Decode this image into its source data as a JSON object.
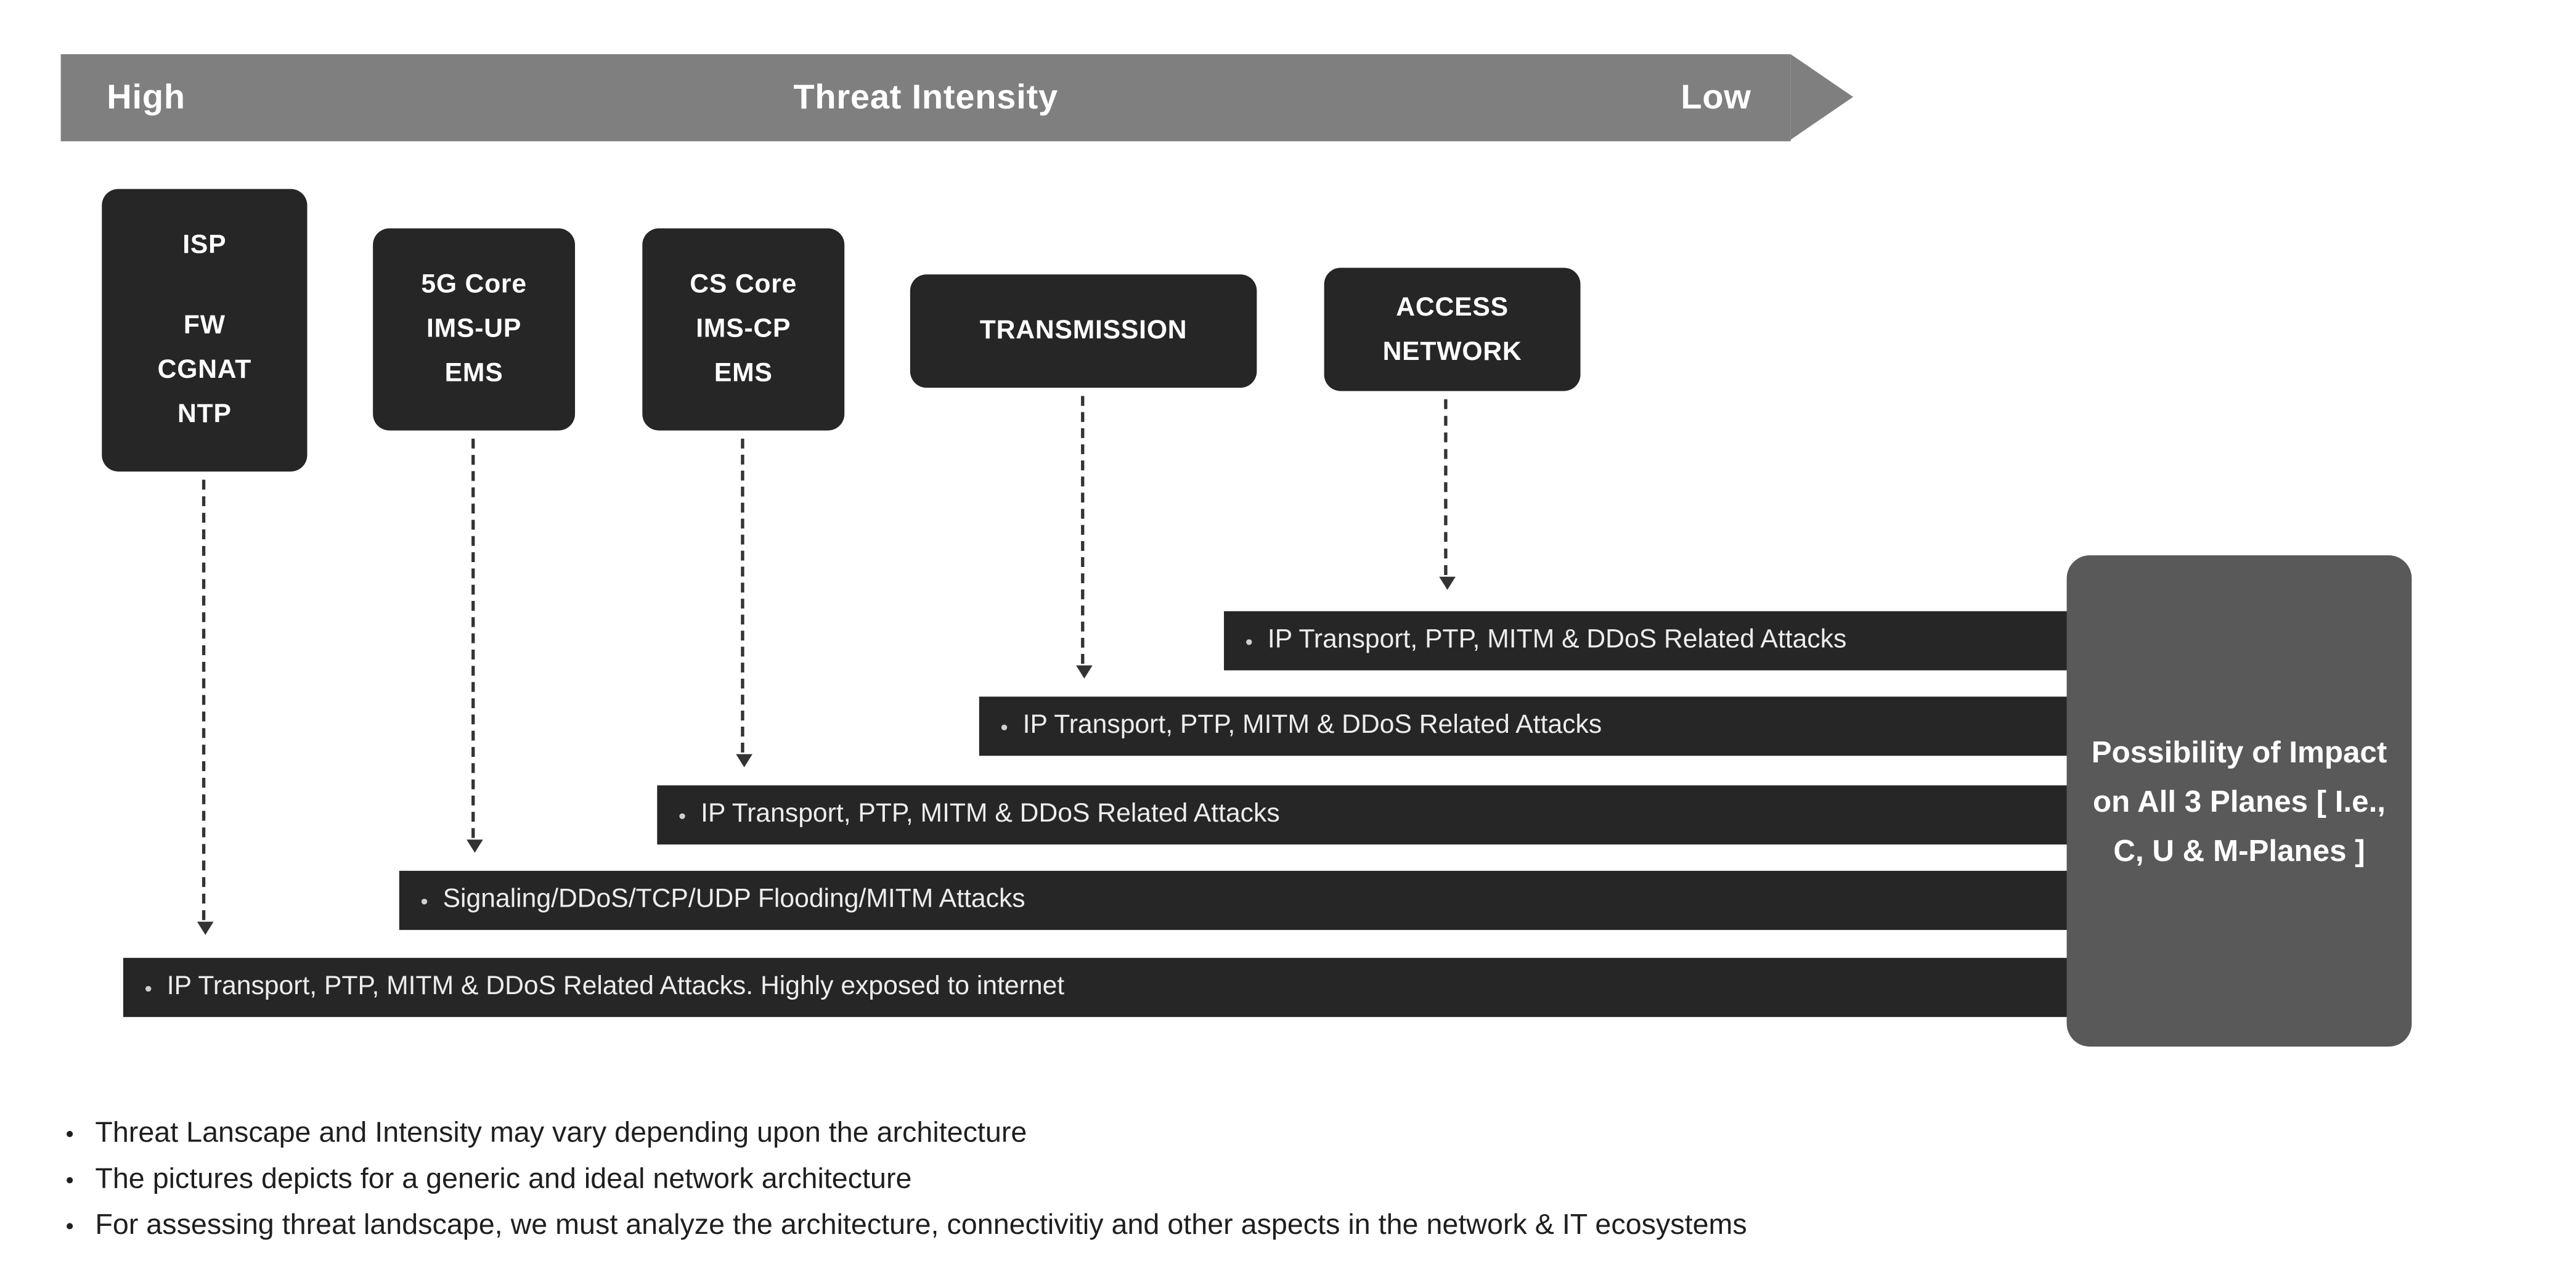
{
  "bullet_char": "•",
  "banner": {
    "left_label": "High",
    "title": "Threat Intensity",
    "right_label": "Low"
  },
  "nodes": [
    {
      "id": "isp",
      "lines": [
        "ISP",
        "FW",
        "CGNAT",
        "NTP"
      ]
    },
    {
      "id": "5g-core",
      "lines": [
        "5G Core",
        "IMS-UP",
        "EMS"
      ]
    },
    {
      "id": "cs-core",
      "lines": [
        "CS Core",
        "IMS-CP",
        "EMS"
      ]
    },
    {
      "id": "transmission",
      "lines": [
        "TRANSMISSION"
      ]
    },
    {
      "id": "access-network",
      "lines": [
        "ACCESS",
        "NETWORK"
      ]
    }
  ],
  "bars": [
    {
      "source": "access-network",
      "label": "IP Transport, PTP, MITM & DDoS Related Attacks"
    },
    {
      "source": "transmission",
      "label": "IP Transport, PTP, MITM & DDoS Related Attacks"
    },
    {
      "source": "cs-core",
      "label": "IP Transport, PTP, MITM & DDoS Related Attacks"
    },
    {
      "source": "5g-core",
      "label": "Signaling/DDoS/TCP/UDP Flooding/MITM Attacks"
    },
    {
      "source": "isp",
      "label": "IP Transport, PTP, MITM & DDoS Related Attacks. Highly exposed to internet"
    }
  ],
  "impact_box": {
    "text": "Possibility of Impact on All 3 Planes [ I.e., C, U & M-Planes ]"
  },
  "notes": [
    "Threat Lanscape and Intensity may vary depending upon the architecture",
    "The pictures depicts for a generic and ideal network architecture",
    "For assessing threat landscape, we must analyze the architecture, connectivitiy and other aspects in the network & IT ecosystems"
  ],
  "colors": {
    "banner_bg": "#7f7f7f",
    "node_bg": "#262626",
    "bar_bg": "#262626",
    "impact_bg": "#595959",
    "text_light": "#ffffff",
    "arrow": "#333333",
    "note_text": "#1f1f1f"
  }
}
